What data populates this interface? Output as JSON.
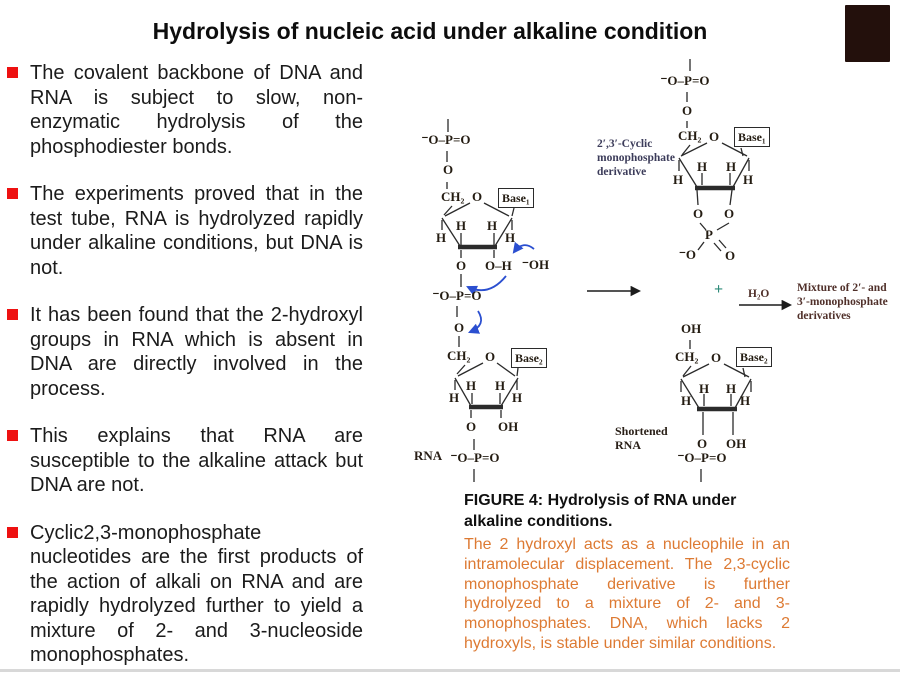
{
  "title": "Hydrolysis of nucleic acid under alkaline condition",
  "bullets": [
    "The covalent backbone of DNA and RNA is subject to slow, non-enzymatic hydrolysis of the phosphodiester bonds.",
    "The experiments proved that in the test tube, RNA is hydrolyzed rapidly under alkaline conditions, but DNA is not.",
    "It has been found that the 2-hydroxyl groups in RNA which is absent in DNA are directly involved in the process.",
    "This explains that RNA are susceptible to the alkaline attack but DNA are not.",
    "Cyclic2,3-monophosphate nucleotides are the first products of the action of alkali on RNA and are rapidly hydrolyzed further to yield a mixture of 2- and 3-nucleoside monophosphates."
  ],
  "figure_caption": {
    "heading": "FIGURE 4: Hydrolysis of RNA under alkaline conditions.",
    "body": "The 2 hydroxyl acts as a nucleophile in an intramolecular displacement. The 2,3-cyclic monophosphate derivative is further hydrolyzed to a mixture of 2- and 3- monophosphates. DNA, which lacks 2 hydroxyls, is stable under similar conditions."
  },
  "diagram": {
    "atoms": {
      "phosphate": "⁻O–P=O",
      "o": "O",
      "o_h": "O–H",
      "oh": "OH",
      "minus_oh": "⁻OH",
      "minus_o": "⁻O",
      "p": "P",
      "h": "H",
      "ch2": "CH₂",
      "base1": "Base₁",
      "base2": "Base₂"
    },
    "annotations": {
      "cyclic_derivative": "2′,3′-Cyclic monophosphate derivative",
      "shortened_rna": "Shortened RNA",
      "rna": "RNA",
      "mixture": "Mixture of 2′- and 3′-monophosphate derivatives",
      "h2o": "H₂O",
      "plus": "+"
    }
  },
  "colors": {
    "bullet_red": "#EE1111",
    "orange_text": "#DD7A33",
    "arrow_blue": "#2B4FD0",
    "plus_teal": "#2E8B7A",
    "annotation_brown": "#50302A",
    "cyclic_label_navy": "#3C3C5A"
  }
}
